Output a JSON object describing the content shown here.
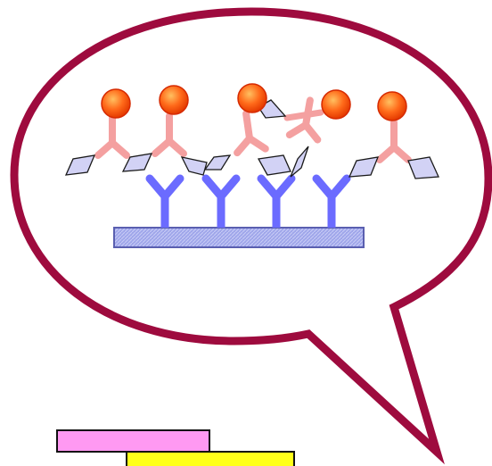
{
  "colors": {
    "bubble_outline": "#9e0b3e",
    "bubble_fill": "#ffffff",
    "capture_antibody": "#6b6bff",
    "detection_antibody": "#f4a0a0",
    "antigen_fill": "#d2d2f5",
    "antigen_stroke": "#1a1a1a",
    "label_fill": "#ff6a1a",
    "label_stroke": "#d62a00",
    "plate_fill": "#9fa6ea",
    "plate_stroke": "#5a5fb0",
    "legend_pink": "#ff99f2",
    "legend_yellow": "#ffff1a"
  },
  "diagram": {
    "capture_antibody_count": 4,
    "detection_antibody_count": 5,
    "free_antigen_count": 4,
    "plate": "solid-phase"
  },
  "legend_bars": [
    "pink-bar",
    "yellow-bar"
  ]
}
